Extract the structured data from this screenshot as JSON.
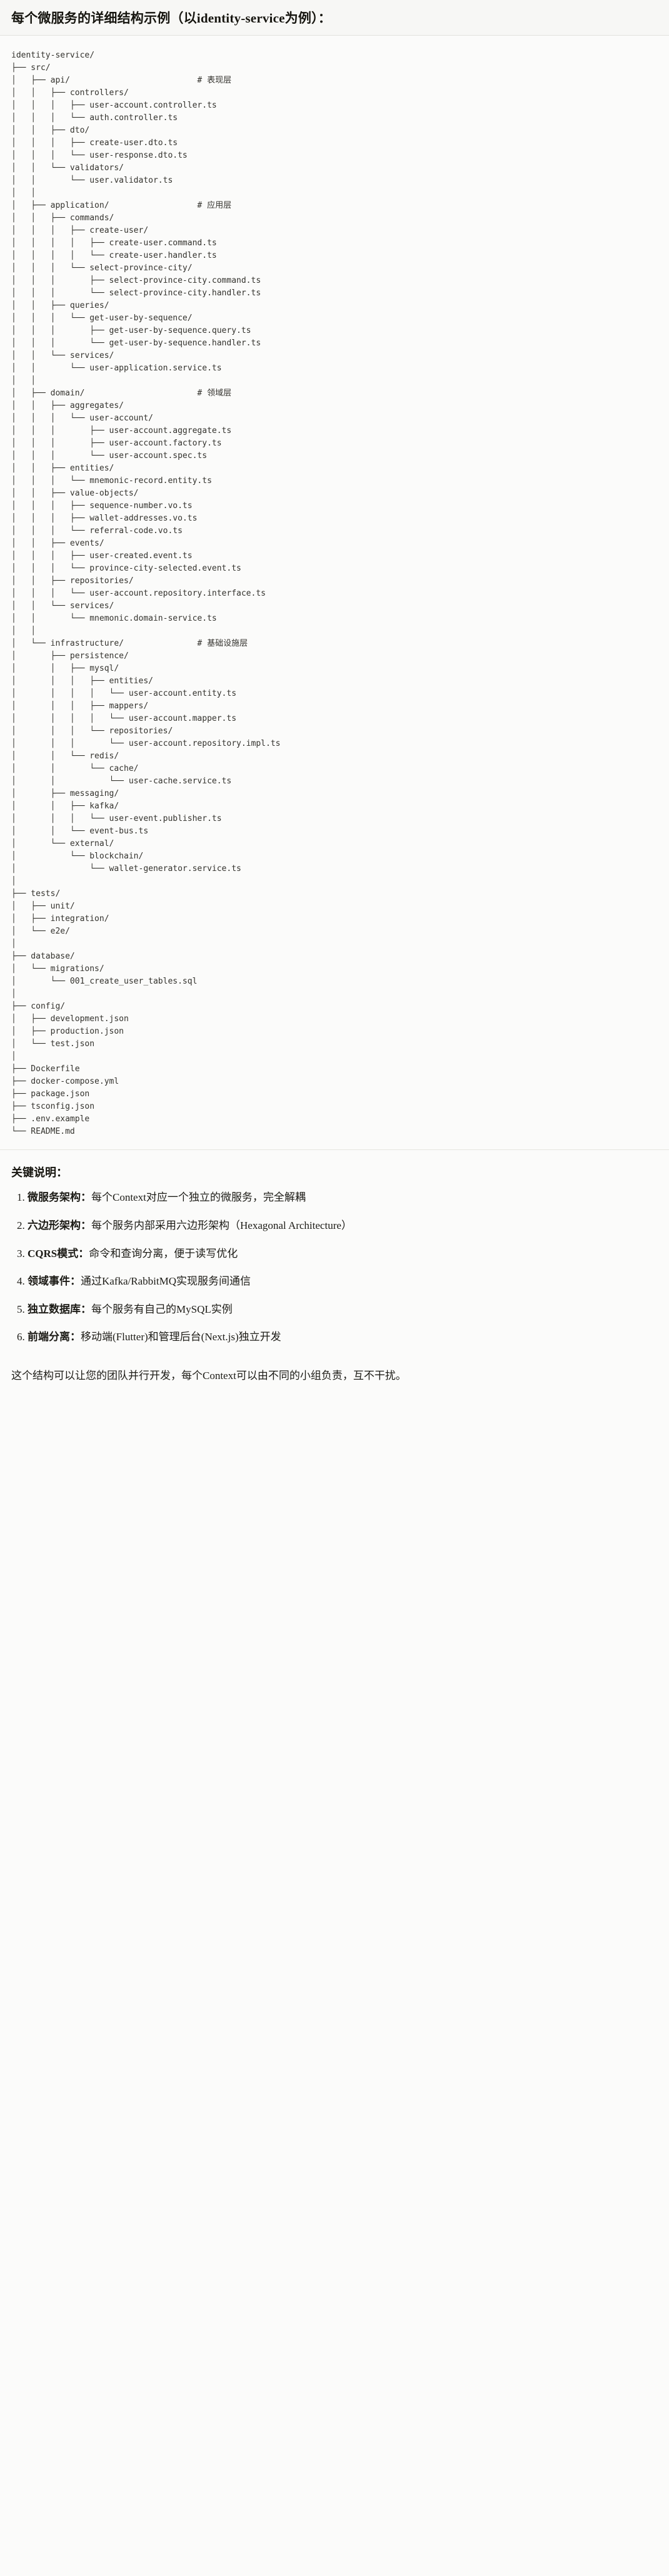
{
  "header": {
    "title": "每个微服务的详细结构示例（以identity-service为例）："
  },
  "tree": {
    "root": "identity-service/",
    "text": "identity-service/\n├── src/\n│   ├── api/                          # 表现层\n│   │   ├── controllers/\n│   │   │   ├── user-account.controller.ts\n│   │   │   └── auth.controller.ts\n│   │   ├── dto/\n│   │   │   ├── create-user.dto.ts\n│   │   │   └── user-response.dto.ts\n│   │   └── validators/\n│   │       └── user.validator.ts\n│   │\n│   ├── application/                  # 应用层\n│   │   ├── commands/\n│   │   │   ├── create-user/\n│   │   │   │   ├── create-user.command.ts\n│   │   │   │   └── create-user.handler.ts\n│   │   │   └── select-province-city/\n│   │   │       ├── select-province-city.command.ts\n│   │   │       └── select-province-city.handler.ts\n│   │   ├── queries/\n│   │   │   └── get-user-by-sequence/\n│   │   │       ├── get-user-by-sequence.query.ts\n│   │   │       └── get-user-by-sequence.handler.ts\n│   │   └── services/\n│   │       └── user-application.service.ts\n│   │\n│   ├── domain/                       # 领域层\n│   │   ├── aggregates/\n│   │   │   └── user-account/\n│   │   │       ├── user-account.aggregate.ts\n│   │   │       ├── user-account.factory.ts\n│   │   │       └── user-account.spec.ts\n│   │   ├── entities/\n│   │   │   └── mnemonic-record.entity.ts\n│   │   ├── value-objects/\n│   │   │   ├── sequence-number.vo.ts\n│   │   │   ├── wallet-addresses.vo.ts\n│   │   │   └── referral-code.vo.ts\n│   │   ├── events/\n│   │   │   ├── user-created.event.ts\n│   │   │   └── province-city-selected.event.ts\n│   │   ├── repositories/\n│   │   │   └── user-account.repository.interface.ts\n│   │   └── services/\n│   │       └── mnemonic.domain-service.ts\n│   │\n│   └── infrastructure/               # 基础设施层\n│       ├── persistence/\n│       │   ├── mysql/\n│       │   │   ├── entities/\n│       │   │   │   └── user-account.entity.ts\n│       │   │   ├── mappers/\n│       │   │   │   └── user-account.mapper.ts\n│       │   │   └── repositories/\n│       │   │       └── user-account.repository.impl.ts\n│       │   └── redis/\n│       │       └── cache/\n│       │           └── user-cache.service.ts\n│       ├── messaging/\n│       │   ├── kafka/\n│       │   │   └── user-event.publisher.ts\n│       │   └── event-bus.ts\n│       └── external/\n│           └── blockchain/\n│               └── wallet-generator.service.ts\n│\n├── tests/\n│   ├── unit/\n│   ├── integration/\n│   └── e2e/\n│\n├── database/\n│   └── migrations/\n│       └── 001_create_user_tables.sql\n│\n├── config/\n│   ├── development.json\n│   ├── production.json\n│   └── test.json\n│\n├── Dockerfile\n├── docker-compose.yml\n├── package.json\n├── tsconfig.json\n├── .env.example\n└── README.md",
    "layer_comments": [
      {
        "line": "api/",
        "comment": "# 表现层"
      },
      {
        "line": "application/",
        "comment": "# 应用层"
      },
      {
        "line": "domain/",
        "comment": "# 领域层"
      },
      {
        "line": "infrastructure/",
        "comment": "# 基础设施层"
      }
    ]
  },
  "keypoints": {
    "heading": "关键说明：",
    "items": [
      {
        "term": "微服务架构",
        "sep": "：",
        "desc": "每个Context对应一个独立的微服务，完全解耦"
      },
      {
        "term": "六边形架构",
        "sep": "：",
        "desc": "每个服务内部采用六边形架构（Hexagonal Architecture）"
      },
      {
        "term": "CQRS模式",
        "sep": "：",
        "desc": "命令和查询分离，便于读写优化"
      },
      {
        "term": "领域事件",
        "sep": "：",
        "desc": "通过Kafka/RabbitMQ实现服务间通信"
      },
      {
        "term": "独立数据库",
        "sep": "：",
        "desc": "每个服务有自己的MySQL实例"
      },
      {
        "term": "前端分离",
        "sep": "：",
        "desc": "移动端(Flutter)和管理后台(Next.js)独立开发"
      }
    ]
  },
  "footer": {
    "note": "这个结构可以让您的团队并行开发，每个Context可以由不同的小组负责，互不干扰。"
  }
}
